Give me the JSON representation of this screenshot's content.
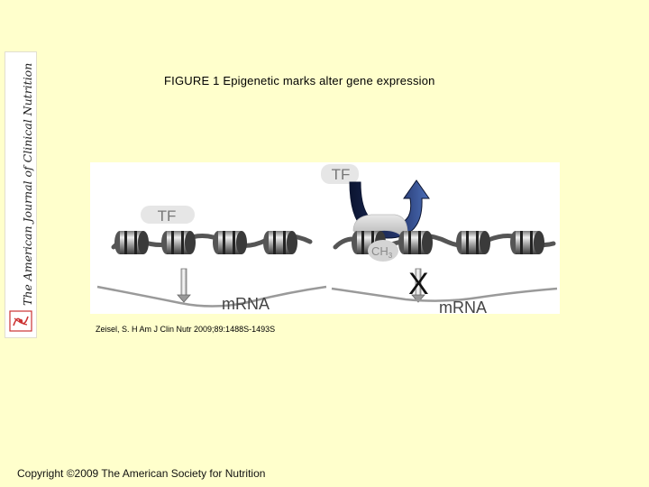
{
  "journal": {
    "name": "The American Journal of Clinical Nutrition"
  },
  "title": "FIGURE 1 Epigenetic marks alter gene expression",
  "diagram": {
    "tf_label": "TF",
    "mrna_label": "mRNA",
    "methyl_label": "CH",
    "methyl_subscript": "3",
    "block_label": "X"
  },
  "citation": "Zeisel, S. H Am J Clin Nutr 2009;89:1488S-1493S",
  "copyright": "Copyright ©2009 The American Society for Nutrition"
}
